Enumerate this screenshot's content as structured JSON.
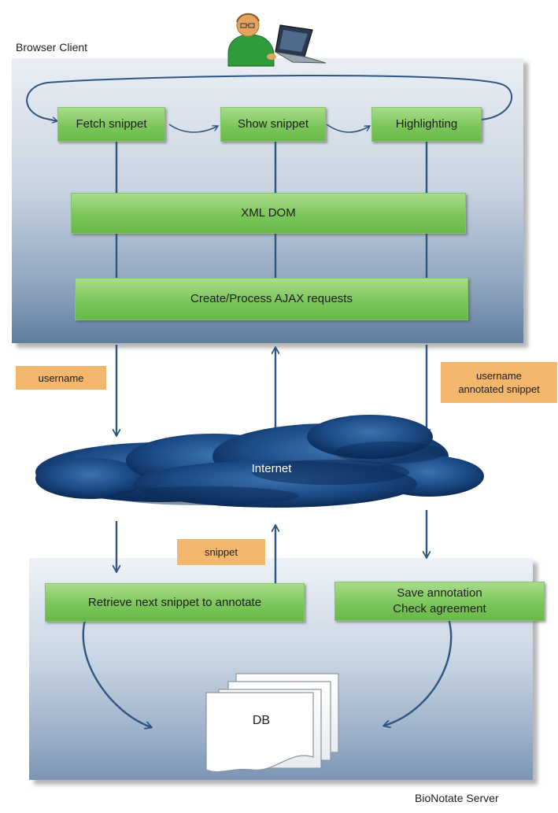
{
  "browser": {
    "title": "Browser Client",
    "steps": [
      "Fetch snippet",
      "Show snippet",
      "Highlighting"
    ],
    "xml_dom": "XML DOM",
    "ajax": "Create/Process AJAX requests"
  },
  "network": {
    "cloud_label": "Internet",
    "tag_username": "username",
    "tag_username_annotated": [
      "username",
      "annotated snippet"
    ],
    "tag_snippet": "snippet"
  },
  "server": {
    "title": "BioNotate Server",
    "retrieve": "Retrieve next snippet to annotate",
    "save_lines": [
      "Save annotation",
      "Check agreement"
    ],
    "db": "DB"
  },
  "colors": {
    "arrow": "#2f5680",
    "box_green": "#7cc65a",
    "tag_orange": "#f2b66d",
    "cloud_dark": "#0d2f5e"
  },
  "icons": [
    "user-at-laptop-icon",
    "database-documents-icon",
    "internet-cloud-icon"
  ]
}
